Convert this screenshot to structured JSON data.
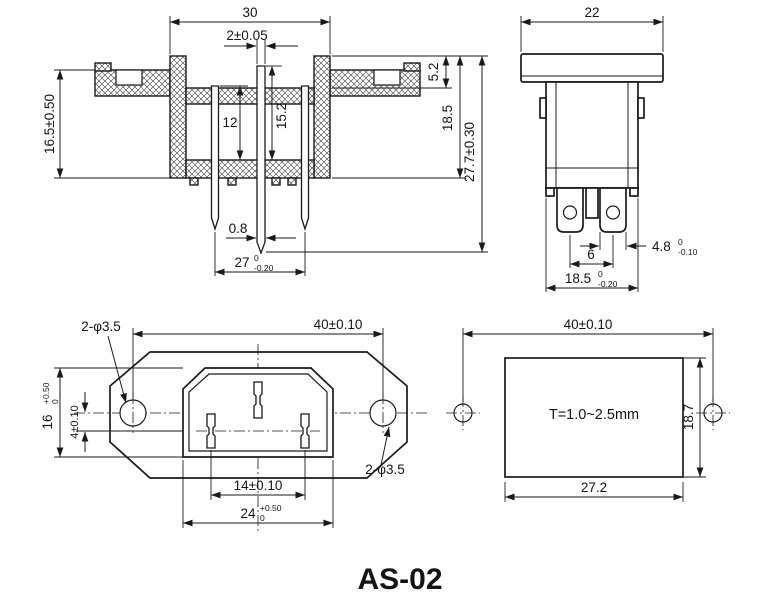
{
  "title": "AS-02",
  "section_view": {
    "body_width": "30",
    "pin_width": "2±0.05",
    "flange_to_base": "16.5±0.50",
    "recess_depth": "5.2",
    "pin_inner_len": "12",
    "pin_mid_len": "15.2",
    "body_height": "18.5",
    "overall_height": "27.7±0.30",
    "pin_thickness": "0.8",
    "pin_span": "27",
    "pin_span_tol_upper": "0",
    "pin_span_tol_lower": "-0.20"
  },
  "side_view": {
    "cap_width": "22",
    "terminal_width": "4.8",
    "terminal_width_tol_upper": "0",
    "terminal_width_tol_lower": "-0.10",
    "terminal_pitch": "6",
    "body_width": "18.5",
    "body_width_tol_upper": "0",
    "body_width_tol_lower": "-0.20"
  },
  "front_view": {
    "mount_hole_note_top": "2-φ3.5",
    "mount_hole_pitch": "40±0.10",
    "opening_height": "16",
    "opening_height_tol_upper": "+0.50",
    "opening_height_tol_lower": "0",
    "pin_offset": "4±0.10",
    "pin_pitch": "14±0.10",
    "opening_width": "24",
    "opening_width_tol_upper": "+0.50",
    "opening_width_tol_lower": "0",
    "mount_hole_note_bottom": "2-φ3.5"
  },
  "panel_view": {
    "mount_hole_pitch": "40±0.10",
    "panel_thickness_note": "T=1.0~2.5mm",
    "cutout_height": "18.7",
    "cutout_width": "27.2"
  }
}
